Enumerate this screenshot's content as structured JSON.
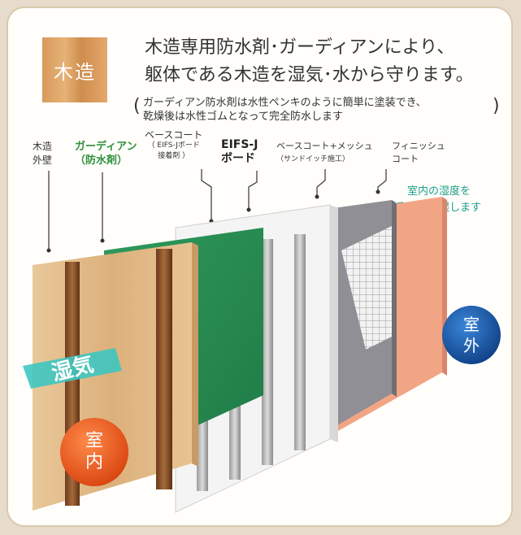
{
  "badge": {
    "label": "木造"
  },
  "headline": {
    "line1": "木造専用防水剤･ガーディアンにより、",
    "line2": "躯体である木造を湿気･水から守ります。"
  },
  "note": {
    "line1": "ガーディアン防水剤は水性ペンキのように簡単に塗装でき、",
    "line2": "乾燥後は水性ゴムとなって完全防水します"
  },
  "labels": {
    "wood_wall": [
      "木造",
      "外壁"
    ],
    "guardian": [
      "ガーディアン",
      "（防水剤）"
    ],
    "base_coat": [
      "ベースコート",
      "（ EIFS-Jボード",
      "接着剤 ）"
    ],
    "eifs_board": [
      "EIFS-J",
      "ボード"
    ],
    "base_mesh": [
      "ベースコート+メッシュ",
      "（サンドイッチ施工）"
    ],
    "finish": [
      "フィニッシュ",
      "コート"
    ]
  },
  "moisture_note": [
    "室内の湿度を",
    "室外へ透湿します"
  ],
  "indoor": [
    "室",
    "内"
  ],
  "outdoor": [
    "室",
    "外"
  ],
  "wet_label": "湿気",
  "colors": {
    "green": "#2f8f3a",
    "teal": "#1c9e8a",
    "orange": "#e8581c",
    "blue": "#1a5aa8"
  }
}
